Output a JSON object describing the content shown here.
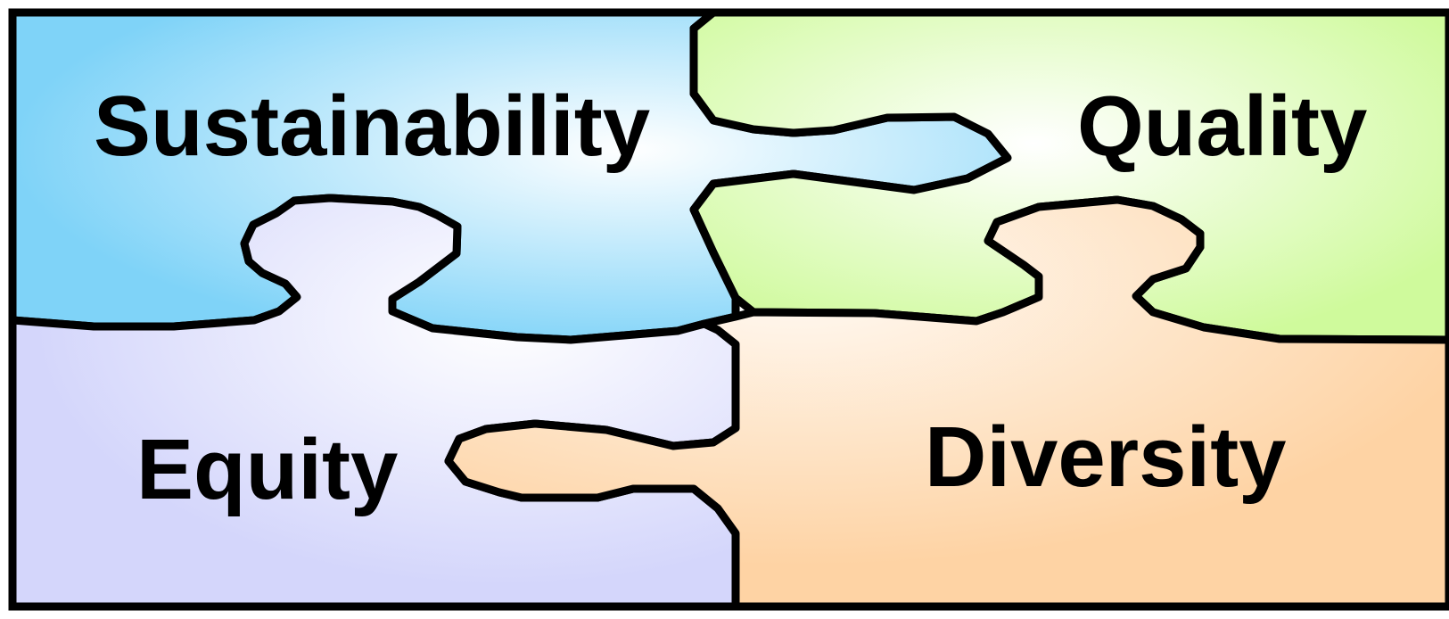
{
  "diagram": {
    "pieces": [
      {
        "id": "sustainability",
        "label": "Sustainability",
        "color": "#7fd3f8",
        "highlight": "#ffffff"
      },
      {
        "id": "quality",
        "label": "Quality",
        "color": "#cffa9c",
        "highlight": "#ffffff"
      },
      {
        "id": "equity",
        "label": "Equity",
        "color": "#d4d6fb",
        "highlight": "#ffffff"
      },
      {
        "id": "diversity",
        "label": "Diversity",
        "color": "#fed3a4",
        "highlight": "#fffaf4"
      }
    ],
    "outline_color": "#000000"
  }
}
